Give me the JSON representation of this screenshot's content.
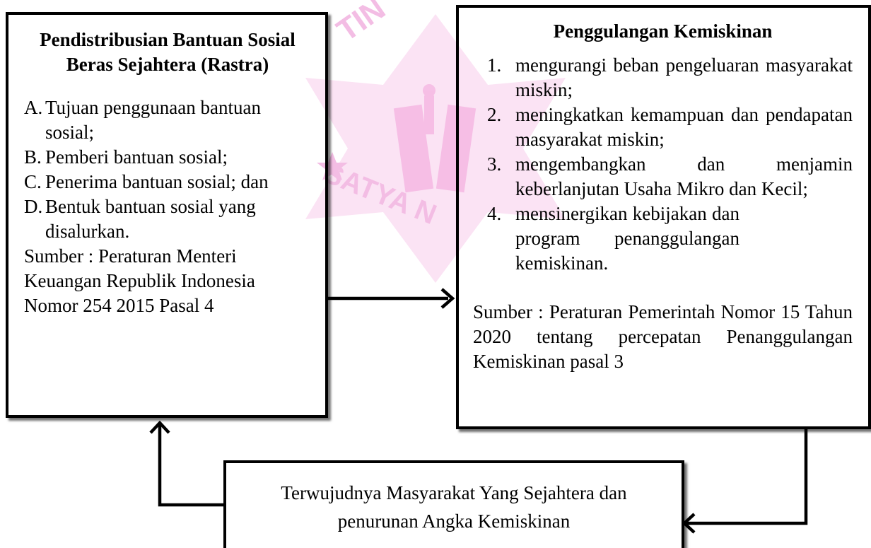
{
  "left_box": {
    "title": "Pendistribusian Bantuan Sosial Beras Sejahtera (Rastra)",
    "items": [
      {
        "marker": "A.",
        "text": "Tujuan penggunaan bantuan sosial;"
      },
      {
        "marker": "B.",
        "text": "Pemberi bantuan sosial;"
      },
      {
        "marker": "C.",
        "text": "Penerima bantuan sosial; dan"
      },
      {
        "marker": "D.",
        "text": "Bentuk bantuan sosial yang disalurkan."
      }
    ],
    "source": "Sumber : Peraturan Menteri Keuangan Republik Indonesia Nomor 254 2015 Pasal 4"
  },
  "right_box": {
    "title": "Penggulangan Kemiskinan",
    "items": [
      {
        "marker": "1.",
        "text": "mengurangi beban pengeluaran masyarakat miskin;"
      },
      {
        "marker": "2.",
        "text": "meningkatkan kemampuan dan pendapatan masyarakat miskin;"
      },
      {
        "marker": "3.",
        "text": "mengembangkan dan menjamin keberlanjutan Usaha Mikro dan Kecil;"
      },
      {
        "marker": "4.",
        "text": "mensinergikan kebijakan dan program penanggulangan kemiskinan."
      }
    ],
    "source": "Sumber : Peraturan Pemerintah Nomor 15 Tahun 2020 tentang percepatan Penanggulangan Kemiskinan pasal 3"
  },
  "bottom_box": {
    "text": "Terwujudnya Masyarakat Yang Sejahtera dan penurunan Angka Kemiskinan"
  },
  "watermark": {
    "text_top": "TIN",
    "text_bottom": "SATYA N",
    "color": "#f0a8dc"
  }
}
